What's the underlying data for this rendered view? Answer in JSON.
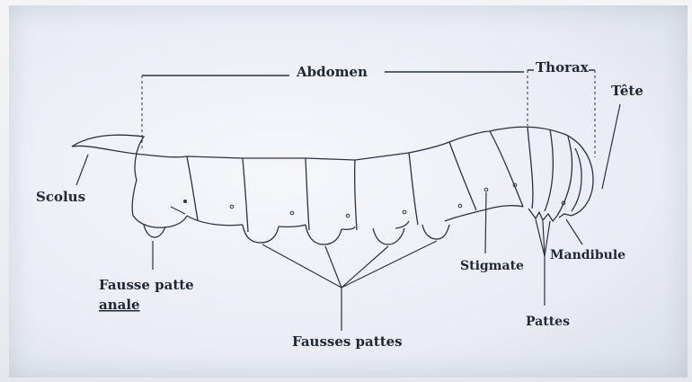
{
  "labels": {
    "abdomen": "Abdomen",
    "thorax": "Thorax",
    "tete": "Tête",
    "scolus": "Scolus",
    "fausse_patte_anale_1": "Fausse patte",
    "fausse_patte_anale_2": "anale",
    "fausses_pattes": "Fausses pattes",
    "stigmate": "Stigmate",
    "mandibule": "Mandibule",
    "pattes": "Pattes"
  }
}
